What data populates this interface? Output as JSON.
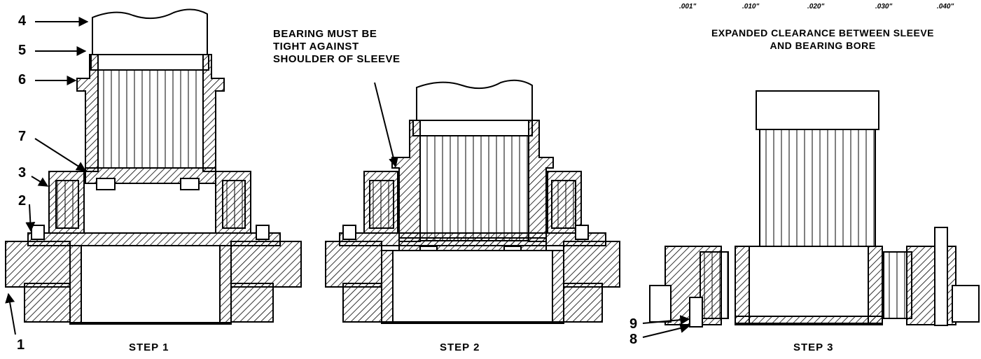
{
  "callouts": {
    "n1": "1",
    "n2": "2",
    "n3": "3",
    "n4": "4",
    "n5": "5",
    "n6": "6",
    "n7": "7",
    "n8": "8",
    "n9": "9"
  },
  "steps": {
    "step1": "STEP 1",
    "step2": "STEP 2",
    "step3": "STEP 3"
  },
  "note": {
    "line1": "BEARING MUST BE",
    "line2": "TIGHT AGAINST",
    "line3": "SHOULDER OF SLEEVE"
  },
  "clearance": {
    "ticks": [
      ".001\"",
      ".010\"",
      ".020\"",
      ".030\"",
      ".040\""
    ],
    "line1": "EXPANDED CLEARANCE BETWEEN SLEEVE",
    "line2": "AND BEARING BORE"
  },
  "colors": {
    "ink": "#000000",
    "paper": "#ffffff"
  }
}
